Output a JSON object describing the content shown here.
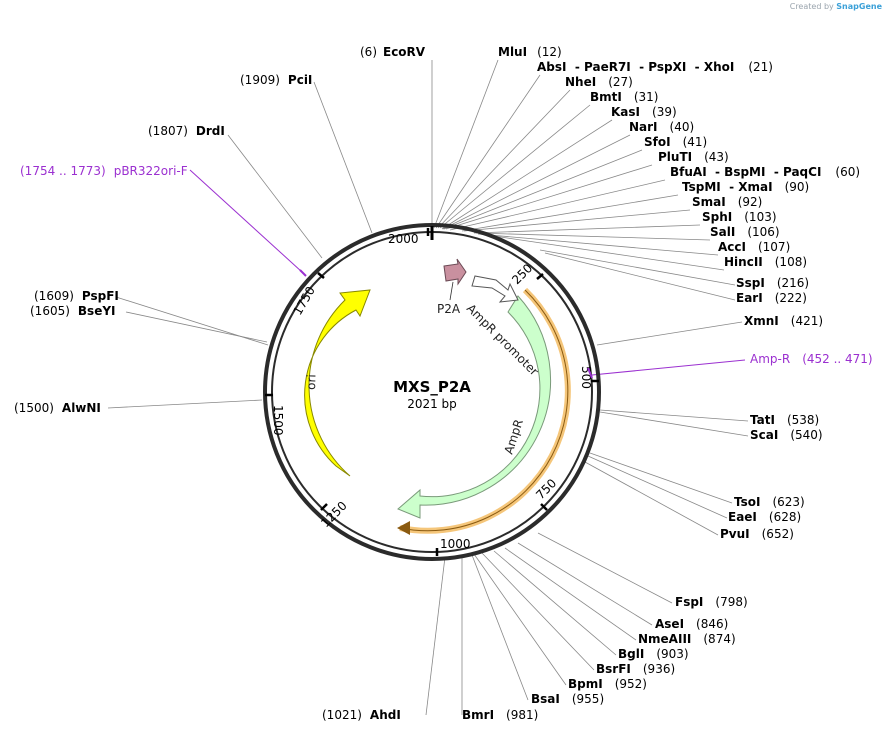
{
  "credit": {
    "prefix": "Created by",
    "brand": "SnapGene"
  },
  "plasmid": {
    "name": "MXS_P2A",
    "length_label": "2021 bp"
  },
  "ticks": [
    "250",
    "500",
    "750",
    "1000",
    "1250",
    "1500",
    "1750",
    "2000"
  ],
  "features": {
    "p2a": "P2A",
    "ampr_promoter": "AmpR promoter",
    "ampr": "AmpR",
    "ori": "ori"
  },
  "enzymes": [
    {
      "pos": "(6)",
      "name": "EcoRV"
    },
    {
      "pos": "(12)",
      "name": "MluI"
    },
    {
      "pos": "(21)",
      "name": "AbsI  - PaeR7I  - PspXI  - XhoI"
    },
    {
      "pos": "(27)",
      "name": "NheI"
    },
    {
      "pos": "(31)",
      "name": "BmtI"
    },
    {
      "pos": "(39)",
      "name": "KasI"
    },
    {
      "pos": "(40)",
      "name": "NarI"
    },
    {
      "pos": "(41)",
      "name": "SfoI"
    },
    {
      "pos": "(43)",
      "name": "PluTI"
    },
    {
      "pos": "(60)",
      "name": "BfuAI  - BspMI  - PaqCI"
    },
    {
      "pos": "(90)",
      "name": "TspMI  - XmaI"
    },
    {
      "pos": "(92)",
      "name": "SmaI"
    },
    {
      "pos": "(103)",
      "name": "SphI"
    },
    {
      "pos": "(106)",
      "name": "SalI"
    },
    {
      "pos": "(107)",
      "name": "AccI"
    },
    {
      "pos": "(108)",
      "name": "HincII"
    },
    {
      "pos": "(216)",
      "name": "SspI"
    },
    {
      "pos": "(222)",
      "name": "EarI"
    },
    {
      "pos": "(421)",
      "name": "XmnI"
    },
    {
      "pos": "(538)",
      "name": "TatI"
    },
    {
      "pos": "(540)",
      "name": "ScaI"
    },
    {
      "pos": "(623)",
      "name": "TsoI"
    },
    {
      "pos": "(628)",
      "name": "EaeI"
    },
    {
      "pos": "(652)",
      "name": "PvuI"
    },
    {
      "pos": "(798)",
      "name": "FspI"
    },
    {
      "pos": "(846)",
      "name": "AseI"
    },
    {
      "pos": "(874)",
      "name": "NmeAIII"
    },
    {
      "pos": "(903)",
      "name": "BglI"
    },
    {
      "pos": "(936)",
      "name": "BsrFI"
    },
    {
      "pos": "(952)",
      "name": "BpmI"
    },
    {
      "pos": "(955)",
      "name": "BsaI"
    },
    {
      "pos": "(981)",
      "name": "BmrI"
    },
    {
      "pos": "(1021)",
      "name": "AhdI"
    },
    {
      "pos": "(1500)",
      "name": "AlwNI"
    },
    {
      "pos": "(1605)",
      "name": "BseYI"
    },
    {
      "pos": "(1609)",
      "name": "PspFI"
    },
    {
      "pos": "(1807)",
      "name": "DrdI"
    },
    {
      "pos": "(1909)",
      "name": "PciI"
    }
  ],
  "primers": [
    {
      "range": "(1754 .. 1773)",
      "name": "pBR322ori-F"
    },
    {
      "range": "(452 .. 471)",
      "name": "Amp-R"
    }
  ],
  "colors": {
    "backbone": "#2b2b2b",
    "ori": "#ffff00",
    "ampr": "#ccffcc",
    "promoter": "#ffffff",
    "p2a": "#c9909f",
    "primer": "#9b30d0",
    "orange_band": "#f0a030"
  }
}
